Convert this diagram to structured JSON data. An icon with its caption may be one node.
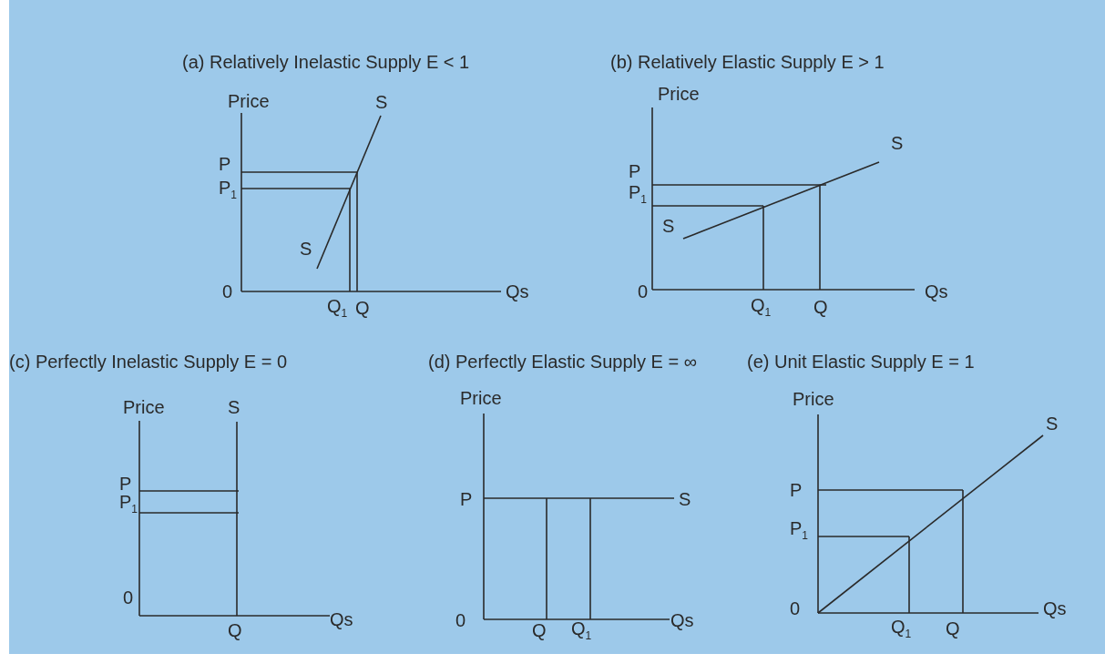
{
  "diagram": {
    "labels": [
      "(a) Relatively Inelastic Supply E < 1",
      "Price",
      "S",
      "P",
      "P$_{1}$",
      "S",
      "0",
      "Q$_{1}$",
      "Q",
      "Qs",
      "(b) Relatively Elastic Supply E > 1",
      "Price",
      "S",
      "P",
      "P$_{1}$",
      "S",
      "0",
      "Qs",
      "Q$_{1}$",
      "Q",
      "(c) Perfectly Inelastic Supply E = 0",
      "Price",
      "S",
      "P",
      "P$_{1}$",
      "0",
      "Qs",
      "Q",
      "(d) Perfectly Elastic Supply E = ∞",
      "Price",
      "P",
      "S",
      "0",
      "Qs",
      "Q",
      "Q$_{1}$",
      "(e) Unit Elastic Supply E = 1",
      "Price",
      "S",
      "P",
      "P$_{1}$",
      "0",
      "Qs",
      "Q$_{1}$",
      "Q"
    ]
  }
}
